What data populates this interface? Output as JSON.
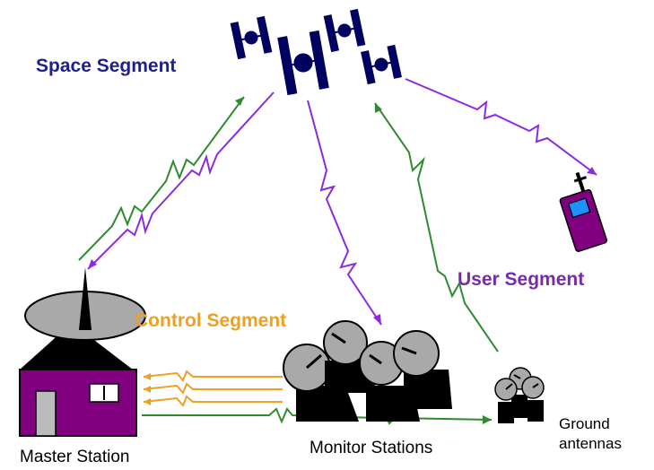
{
  "labels": {
    "space_segment": "Space Segment",
    "control_segment": "Control Segment",
    "user_segment": "User Segment",
    "master_station": "Master Station",
    "monitor_stations": "Monitor Stations",
    "ground_antennas_line1": "Ground",
    "ground_antennas_line2": "antennas"
  },
  "colors": {
    "space": "#1f1f8f",
    "control": "#f0a020",
    "user": "#7a2aa8",
    "uplink": "#2e8b2e",
    "downlink": "#8a2be2",
    "building": "#800080",
    "dish": "#a9a9a9",
    "satellite": "#000060"
  }
}
